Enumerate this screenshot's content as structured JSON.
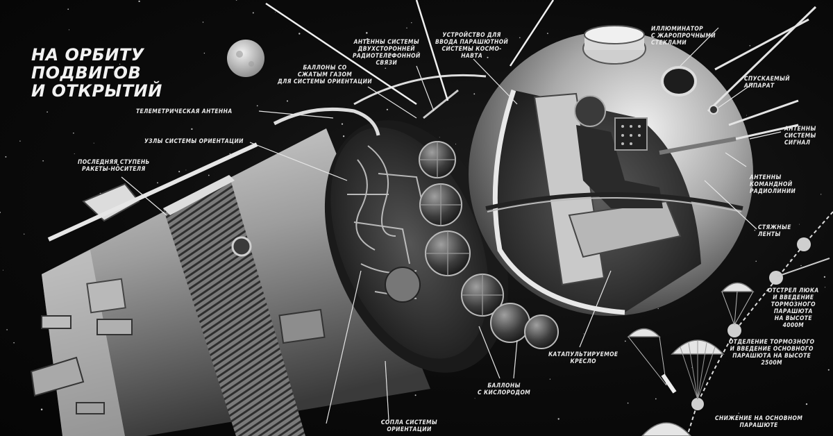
{
  "title": [
    "НА ОРБИТУ",
    "ПОДВИГОВ",
    "И ОТКРЫТИЙ"
  ],
  "labels": {
    "antenna_two_way": [
      "АНТЕННЫ СИСТЕМЫ",
      "ДВУХСТОРОННЕЙ",
      "РАДИОТЕЛЕФОННОЙ",
      "СВЯЗИ"
    ],
    "parachute_device": [
      "УСТРОЙСТВО ДЛЯ",
      "ВВОДА ПАРАШЮТНОЙ",
      "СИСТЕМЫ КОСМО-",
      "НАВТА"
    ],
    "porthole": [
      "ИЛЛЮМИНАТОР",
      "С ЖАРОПРОЧНЫМИ",
      "СТЕКЛАМИ"
    ],
    "gas_cylinders": [
      "БАЛЛОНЫ СО",
      "СЖАТЫМ ГАЗОМ",
      "ДЛЯ СИСТЕМЫ ОРИЕНТАЦИИ"
    ],
    "telemetry_antenna": [
      "ТЕЛЕМЕТРИЧЕСКАЯ АНТЕННА"
    ],
    "orientation_nodes": [
      "УЗЛЫ СИСТЕМЫ ОРИЕНТАЦИИ"
    ],
    "last_stage": [
      "ПОСЛЕДНЯЯ СТУПЕНЬ",
      "РАКЕТЫ-НОСИТЕЛЯ"
    ],
    "descent_module": [
      "СПУСКАЕМЫЙ",
      "АППАРАТ"
    ],
    "signal_antennas": [
      "АНТЕННЫ",
      "СИСТЕМЫ",
      "СИГНАЛ"
    ],
    "command_antennas": [
      "АНТЕННЫ",
      "КОМАНДНОЙ",
      "РАДИОЛИНИИ"
    ],
    "straps": [
      "СТЯЖНЫЕ",
      "ЛЕНТЫ"
    ],
    "hatch": [
      "ОТСТРЕЛ ЛЮКА",
      "И ВВЕДЕНИЕ",
      "ТОРМОЗНОГО",
      "ПАРАШЮТА",
      "НА ВЫСОТЕ",
      "4000м"
    ],
    "main_chute_sep": [
      "ОТДЕЛЕНИЕ ТОРМОЗНОГО",
      "И ВВЕДЕНИЕ ОСНОВНОГО",
      "ПАРАШЮТА НА ВЫСОТЕ",
      "2500м"
    ],
    "ejection_seat": [
      "КАТАПУЛЬТИРУЕМОЕ",
      "КРЕСЛО"
    ],
    "oxygen_cylinders": [
      "БАЛЛОНЫ",
      "С КИСЛОРОДОМ"
    ],
    "nozzles": [
      "СОПЛА СИСТЕМЫ",
      "ОРИЕНТАЦИИ"
    ],
    "descent_main": [
      "СНИЖЕНИЕ НА ОСНОВНОМ",
      "ПАРАШЮТЕ"
    ]
  }
}
